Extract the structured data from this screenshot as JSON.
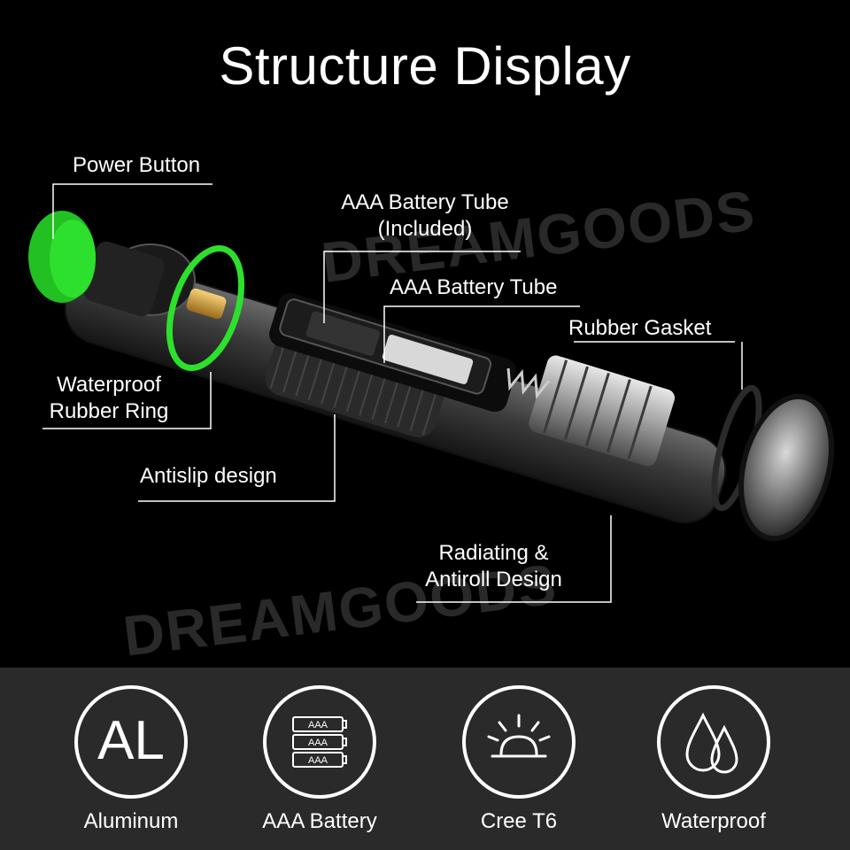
{
  "title": "Structure Display",
  "watermark": "DREAMGOODS",
  "callouts": {
    "power_button": "Power Button",
    "battery_tube_included_line1": "AAA Battery Tube",
    "battery_tube_included_line2": "(Included)",
    "battery_tube": "AAA Battery Tube",
    "rubber_gasket": "Rubber Gasket",
    "waterproof_ring_line1": "Waterproof",
    "waterproof_ring_line2": "Rubber Ring",
    "antislip": "Antislip design",
    "radiating_line1": "Radiating &",
    "radiating_line2": "Antiroll Design"
  },
  "features": [
    {
      "label": "Aluminum",
      "icon": "al-text-icon",
      "icon_text": "AL"
    },
    {
      "label": "AAA Battery",
      "icon": "aaa-battery-icon",
      "battery_text": "AAA"
    },
    {
      "label": "Cree T6",
      "icon": "led-light-icon"
    },
    {
      "label": "Waterproof",
      "icon": "water-drops-icon"
    }
  ],
  "colors": {
    "background": "#000000",
    "accent_green": "#2de02d",
    "bottom_panel": "#2a2a2a"
  }
}
